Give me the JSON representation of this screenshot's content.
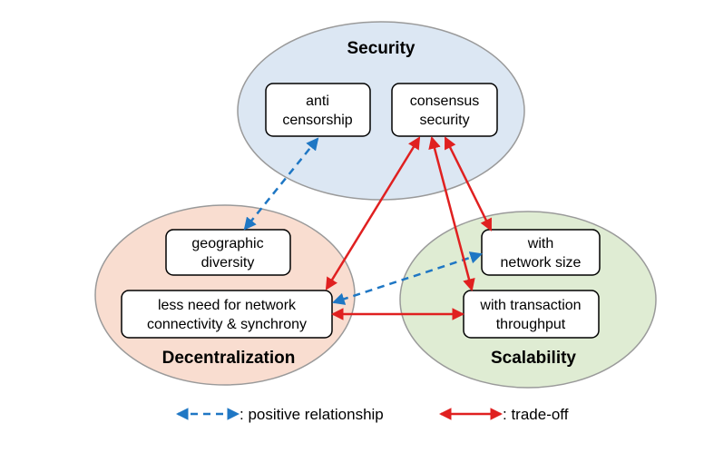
{
  "colors": {
    "security_fill": "#dce7f3",
    "decentralization_fill": "#f9ddd0",
    "scalability_fill": "#dfecd3",
    "ellipse_stroke": "#9a9a9a",
    "positive": "#1f77c4",
    "tradeoff": "#e02020"
  },
  "regions": {
    "security": {
      "title": "Security"
    },
    "decentralization": {
      "title": "Decentralization"
    },
    "scalability": {
      "title": "Scalability"
    }
  },
  "boxes": {
    "anti_censorship": {
      "line1": "anti",
      "line2": "censorship"
    },
    "consensus_security": {
      "line1": "consensus",
      "line2": "security"
    },
    "geographic_diversity": {
      "line1": "geographic",
      "line2": "diversity"
    },
    "network_connectivity": {
      "line1": "less need for network",
      "line2": "connectivity & synchrony"
    },
    "network_size": {
      "line1": "with",
      "line2": "network size"
    },
    "transaction_throughput": {
      "line1": "with transaction",
      "line2": "throughput"
    }
  },
  "legend": {
    "positive_label": ": positive relationship",
    "tradeoff_label": ": trade-off"
  }
}
